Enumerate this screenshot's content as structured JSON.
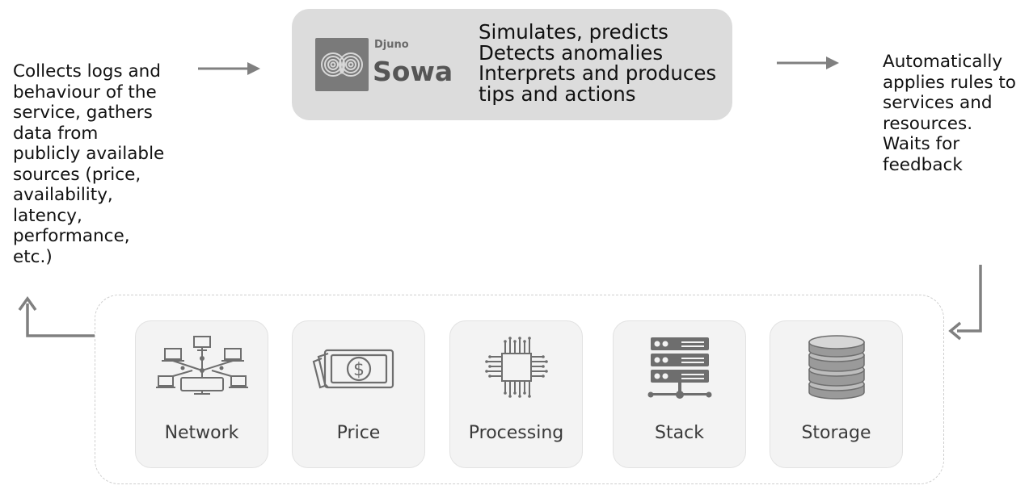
{
  "left_text": {
    "lines": [
      "Collects logs and",
      "behaviour of the",
      "service, gathers",
      "data from",
      "publicly available",
      "sources (price,",
      "availability,",
      "latency,",
      "performance,",
      "etc.)"
    ]
  },
  "center_box": {
    "logo_small": "Djuno",
    "logo_big": "Sowa",
    "lines": [
      "Simulates, predicts",
      "Detects anomalies",
      "Interprets and produces",
      "tips and actions"
    ]
  },
  "right_text": {
    "lines": [
      "Automatically",
      "applies rules to",
      "services and",
      "resources.",
      "Waits for",
      "feedback"
    ]
  },
  "cards": [
    {
      "label": "Network",
      "icon": "network-icon"
    },
    {
      "label": "Price",
      "icon": "dollar-bill-icon"
    },
    {
      "label": "Processing",
      "icon": "cpu-chip-icon"
    },
    {
      "label": "Stack",
      "icon": "server-stack-icon"
    },
    {
      "label": "Storage",
      "icon": "database-icon"
    }
  ],
  "colors": {
    "center_box_bg": "#dcdcdc",
    "card_bg": "#f3f3f3",
    "arrow": "#808080",
    "icon": "#6e6e6e"
  }
}
